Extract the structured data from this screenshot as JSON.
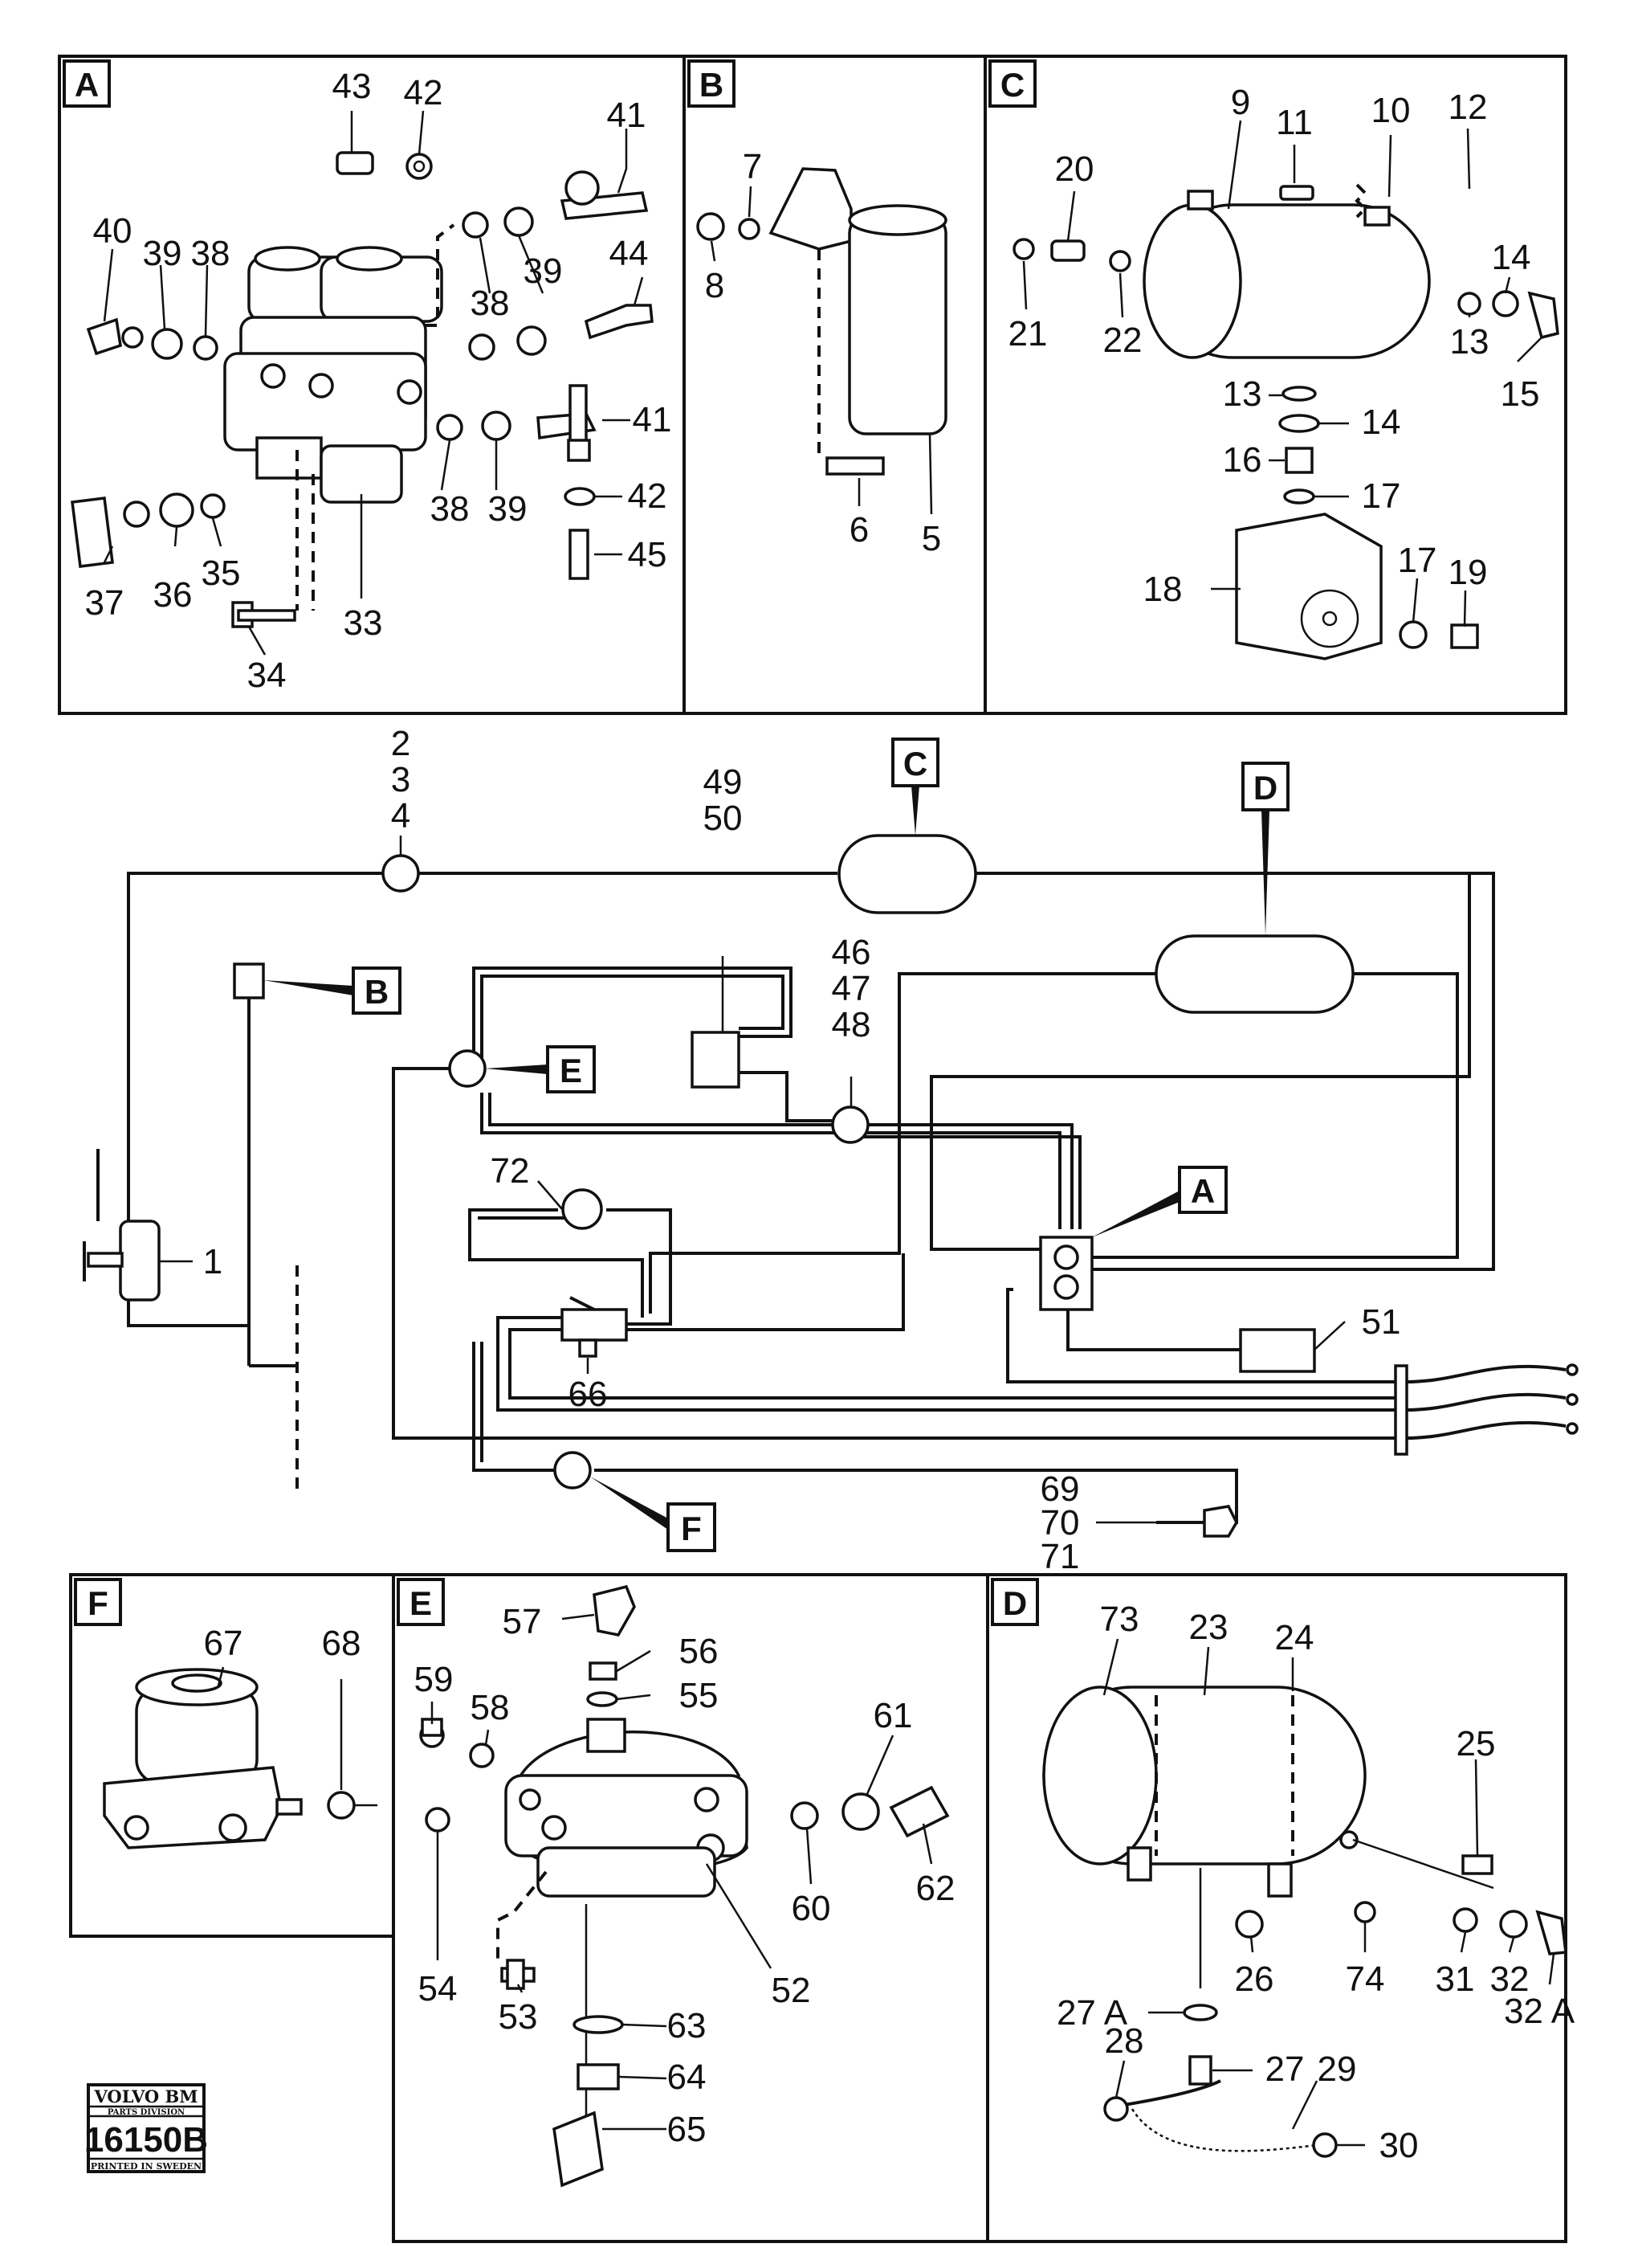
{
  "panels": {
    "A": {
      "tag": "A",
      "labels": [
        "43",
        "42",
        "41",
        "40",
        "39",
        "38",
        "38",
        "39",
        "44",
        "38",
        "39",
        "41",
        "42",
        "45",
        "37",
        "36",
        "35",
        "33",
        "34"
      ]
    },
    "B": {
      "tag": "B",
      "labels": [
        "7",
        "8",
        "6",
        "5"
      ]
    },
    "C": {
      "tag": "C",
      "labels": [
        "9",
        "11",
        "10",
        "12",
        "20",
        "21",
        "22",
        "14",
        "13",
        "15",
        "13",
        "14",
        "16",
        "17",
        "17",
        "18",
        "19"
      ]
    },
    "F": {
      "tag": "F",
      "labels": [
        "67",
        "68"
      ]
    },
    "E": {
      "tag": "E",
      "labels": [
        "57",
        "56",
        "55",
        "59",
        "58",
        "61",
        "60",
        "62",
        "54",
        "53",
        "52",
        "63",
        "64",
        "65"
      ]
    },
    "D": {
      "tag": "D",
      "labels": [
        "73",
        "23",
        "24",
        "25",
        "26",
        "74",
        "31",
        "32",
        "32 A",
        "27 A",
        "28",
        "27",
        "29",
        "30"
      ]
    }
  },
  "schematic": {
    "labels": [
      "2",
      "3",
      "4",
      "49",
      "50",
      "46",
      "47",
      "48",
      "1",
      "72",
      "66",
      "51",
      "69",
      "70",
      "71"
    ],
    "callouts": [
      "C",
      "D",
      "B",
      "E",
      "A",
      "F"
    ]
  },
  "logo": {
    "brand": "VOLVO BM",
    "division": "PARTS DIVISION",
    "code": "16150B",
    "printed": "PRINTED IN SWEDEN"
  }
}
